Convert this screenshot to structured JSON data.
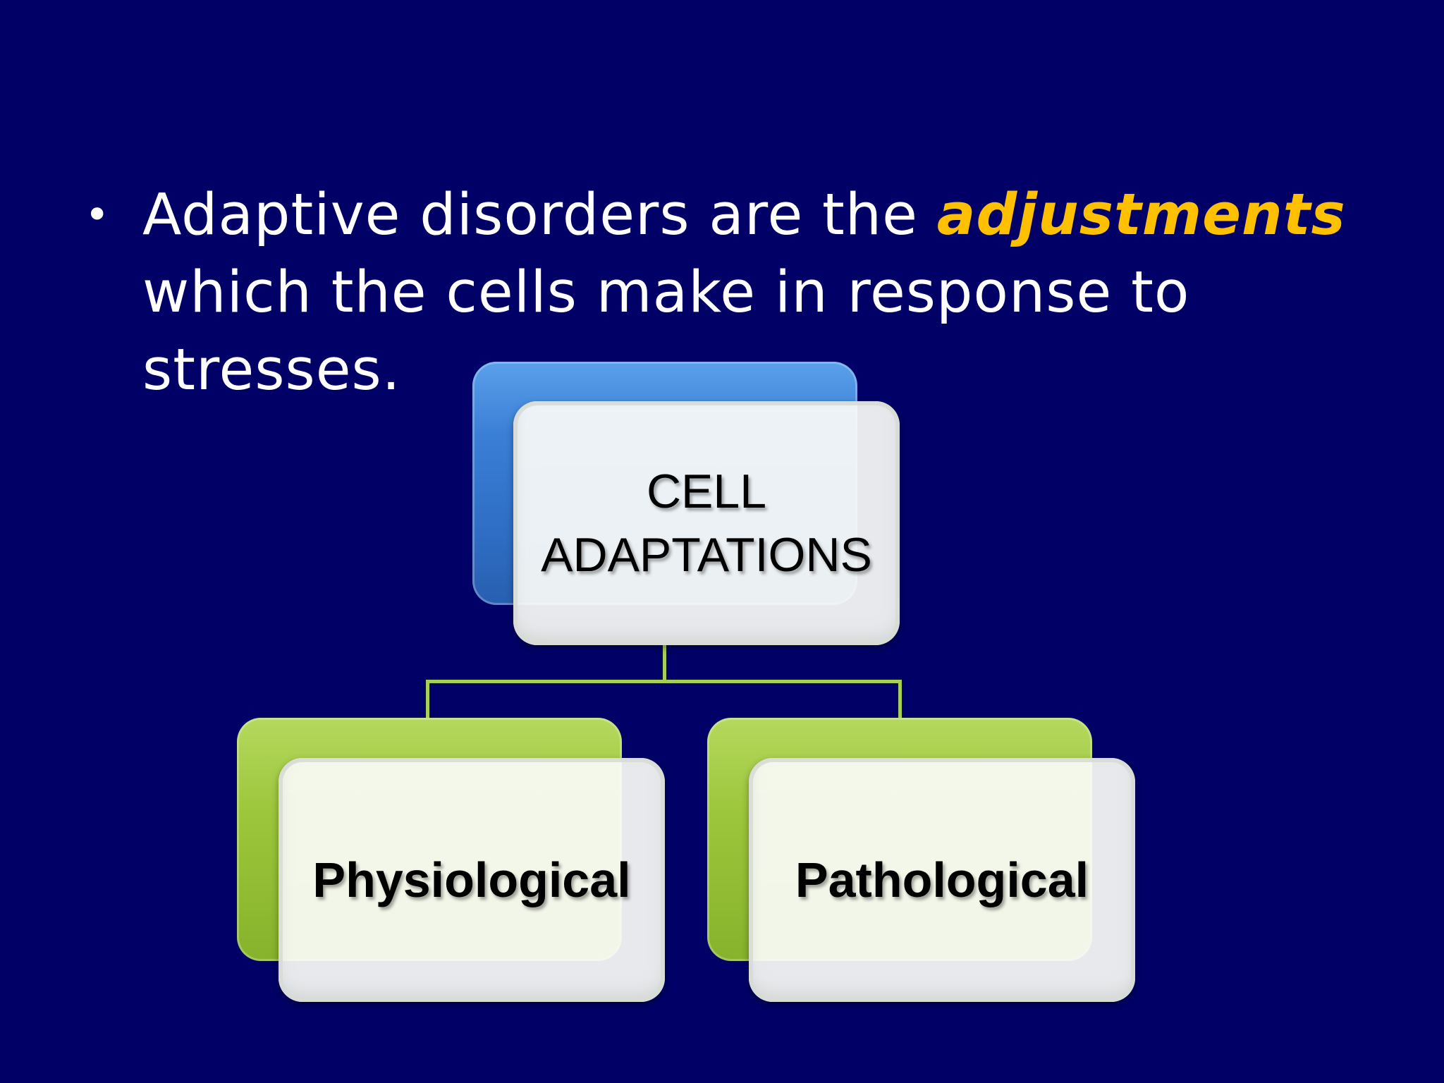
{
  "bullet": {
    "dot": "•",
    "text_before": "Adaptive disorders are the ",
    "emphasis": "adjustments",
    "text_after": " which the cells make in response to stresses."
  },
  "diagram": {
    "root": {
      "label_line1": "CELL",
      "label_line2": "ADAPTATIONS"
    },
    "children": [
      {
        "label": "Physiological"
      },
      {
        "label": "Pathological"
      }
    ]
  },
  "colors": {
    "background": "#000066",
    "emphasis": "#ffc000",
    "root_accent": "#3a7fd6",
    "child_accent": "#9cc63b",
    "connector": "#a7cf52"
  }
}
